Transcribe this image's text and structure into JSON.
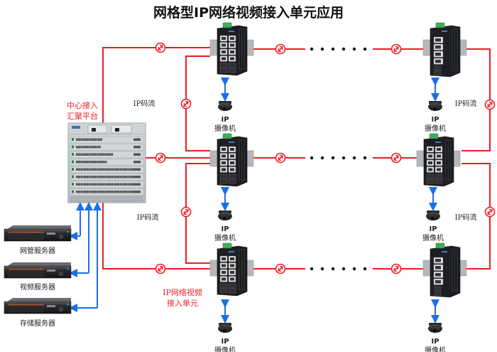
{
  "title": "网格型IP网络视频接入单元应用",
  "center_platform": {
    "label_line1": "中心接入",
    "label_line2": "汇聚平台"
  },
  "servers": [
    {
      "label": "网管服务器"
    },
    {
      "label": "视频服务器"
    },
    {
      "label": "存储服务器"
    }
  ],
  "stream_labels": {
    "left_top": "IP码流",
    "left_bottom": "IP码流",
    "right_top": "IP码流",
    "right_bottom": "IP码流"
  },
  "access_unit_label": {
    "line1": "IP网络视频",
    "line2": "接入单元"
  },
  "cameras": [
    {
      "line1": "IP",
      "line2": "摄像机"
    },
    {
      "line1": "IP",
      "line2": "摄像机"
    },
    {
      "line1": "IP",
      "line2": "摄像机"
    },
    {
      "line1": "IP",
      "line2": "摄像机"
    },
    {
      "line1": "IP",
      "line2": "摄像机"
    },
    {
      "line1": "IP",
      "line2": "摄像机"
    }
  ],
  "switches": [
    {
      "id": "left-row1",
      "ports": "12-port"
    },
    {
      "id": "left-row2",
      "ports": "12-port"
    },
    {
      "id": "left-row3",
      "ports": "12-port"
    },
    {
      "id": "right-row1",
      "ports": "6-port"
    },
    {
      "id": "right-row2",
      "ports": "12-port"
    },
    {
      "id": "right-row3",
      "ports": "6-port"
    }
  ],
  "colors": {
    "link_red": "#ee1c24",
    "link_blue": "#1a6fe8",
    "device_dark": "#1e1f22",
    "chassis_gray": "#c9ccd0",
    "title_text": "#111111",
    "label_red": "#e8222a"
  },
  "icons": {
    "fiber_link": "fiber-link-icon",
    "continuation": "ellipsis-dots"
  }
}
